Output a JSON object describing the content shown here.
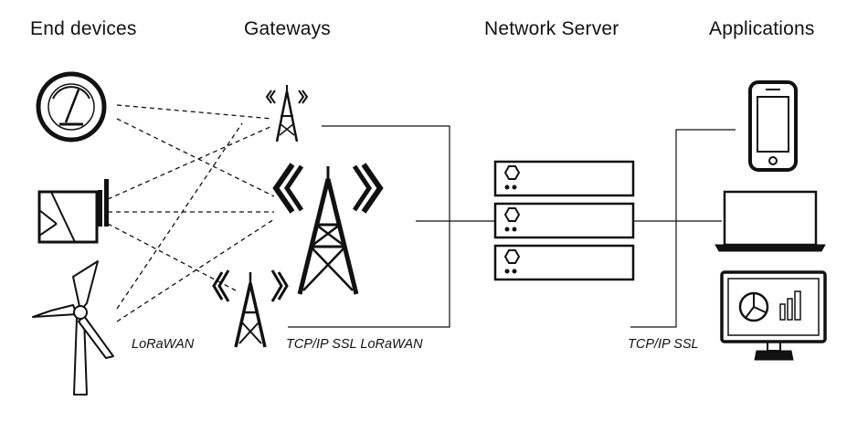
{
  "columns": {
    "end_devices": "End devices",
    "gateways": "Gateways",
    "network_server": "Network Server",
    "applications": "Applications"
  },
  "labels": {
    "lorawan": "LoRaWAN",
    "tcp_ssl_lorawan": "TCP/IP SSL LoRaWAN",
    "tcp_ssl": "TCP/IP SSL"
  },
  "icons": {
    "end_devices": [
      "gauge-meter-icon",
      "tracker-device-icon",
      "wind-turbine-icon"
    ],
    "gateways": [
      "small-gateway-tower-icon",
      "large-gateway-tower-icon",
      "medium-gateway-tower-icon"
    ],
    "network_server": [
      "server-rack-icon"
    ],
    "applications": [
      "smartphone-icon",
      "laptop-icon",
      "monitor-dashboard-icon"
    ]
  },
  "colors": {
    "ink": "#111111",
    "background": "#ffffff"
  }
}
